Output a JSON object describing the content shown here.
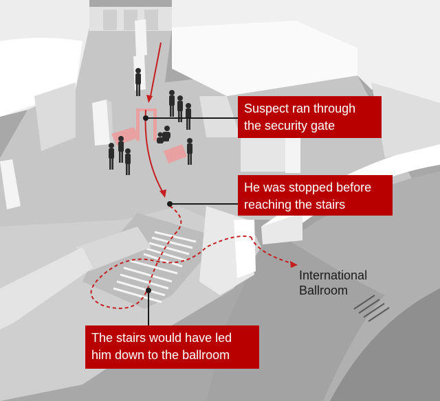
{
  "callouts": {
    "security_gate": {
      "line1": "Suspect ran through",
      "line2": "the security gate"
    },
    "stopped": {
      "line1": "He was stopped before",
      "line2": "reaching the stairs"
    },
    "stairs": {
      "line1": "The stairs would have led",
      "line2": "him down to the ballroom"
    }
  },
  "location_label": {
    "line1": "International",
    "line2": "Ballroom"
  },
  "colors": {
    "callout_background": "#b80000",
    "callout_text": "#ffffff",
    "path_red": "#c41e1e",
    "gate_red": "#e8a0a0",
    "building_white": "#f2f2f2",
    "ground_grey": "#c9c9c9",
    "figure_dark": "#2b2b2b"
  }
}
